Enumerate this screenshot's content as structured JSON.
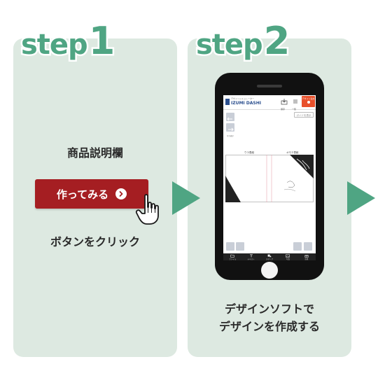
{
  "steps": [
    {
      "word": "step",
      "number": "1",
      "top_text": "商品説明欄",
      "button_label": "作ってみる",
      "bottom_text": "ボタンをクリック"
    },
    {
      "word": "step",
      "number": "2",
      "caption_line1": "デザインソフトで",
      "caption_line2": "デザインを作成する"
    }
  ],
  "app": {
    "logo_subtitle": "デザインシミュレーター",
    "logo_name": "IZUMI DASHI",
    "save_label": "保存",
    "list_label": "一覧",
    "order_label": "デザイン注文",
    "guide_label": "ガイドを表示",
    "undo_label": "元に戻す",
    "redo_label": "やり直す",
    "front_label": "ウラ表紙",
    "back_label": "オモテ表紙",
    "toolbar": [
      "ファイル",
      "テキスト",
      "スタンプ",
      "写真",
      "背景"
    ]
  },
  "colors": {
    "panel": "#dde9e1",
    "accent": "#4fa583",
    "button": "#a51e22",
    "order": "#e8502b"
  },
  "icons": {
    "hand": "hand-pointer-icon",
    "arrow": "triangle-right-icon",
    "chevron": "circle-chevron-right-icon"
  }
}
